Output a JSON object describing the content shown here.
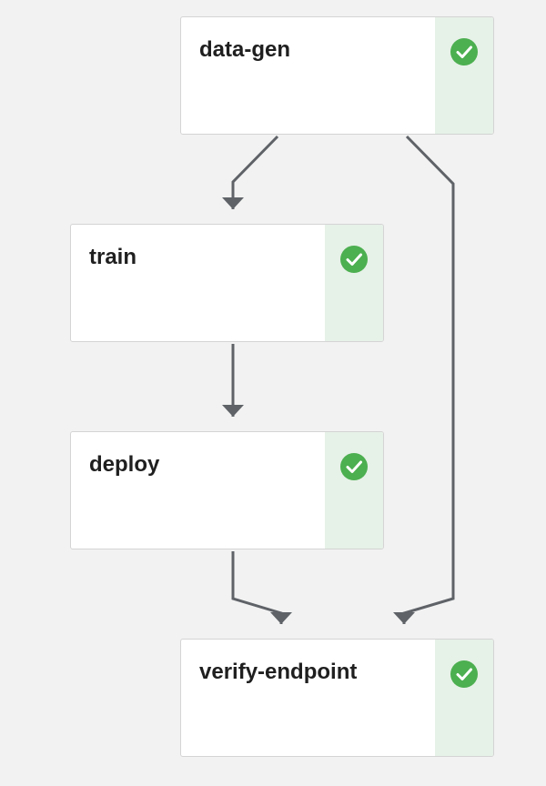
{
  "nodes": [
    {
      "id": "data-gen",
      "label": "data-gen",
      "status": "succeeded",
      "status_icon": "check-circle-icon"
    },
    {
      "id": "train",
      "label": "train",
      "status": "succeeded",
      "status_icon": "check-circle-icon"
    },
    {
      "id": "deploy",
      "label": "deploy",
      "status": "succeeded",
      "status_icon": "check-circle-icon"
    },
    {
      "id": "verify-endpoint",
      "label": "verify-endpoint",
      "status": "succeeded",
      "status_icon": "check-circle-icon"
    }
  ],
  "edges": [
    {
      "from": "data-gen",
      "to": "train"
    },
    {
      "from": "data-gen",
      "to": "verify-endpoint"
    },
    {
      "from": "train",
      "to": "deploy"
    },
    {
      "from": "deploy",
      "to": "verify-endpoint"
    }
  ],
  "colors": {
    "background": "#f2f2f2",
    "edge": "#5f6368",
    "success": "#4caf50",
    "status_panel": "#e6f1e7"
  }
}
